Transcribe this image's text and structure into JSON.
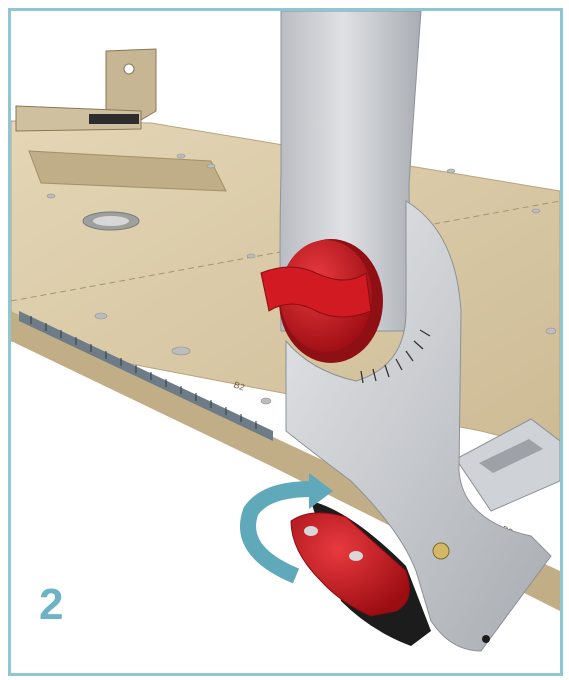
{
  "step": {
    "number": "2"
  },
  "illustration": {
    "description_icons": [
      "rotate-arrow-icon"
    ],
    "colors": {
      "frame": "#8cc7d3",
      "board": "#d8c8a6",
      "board_edge": "#c2ae86",
      "arm": "#c9ccd0",
      "knob": "#c8141c",
      "arrow": "#5fa9bb"
    },
    "board_markings": {
      "a": "B3",
      "b": "B2"
    }
  }
}
